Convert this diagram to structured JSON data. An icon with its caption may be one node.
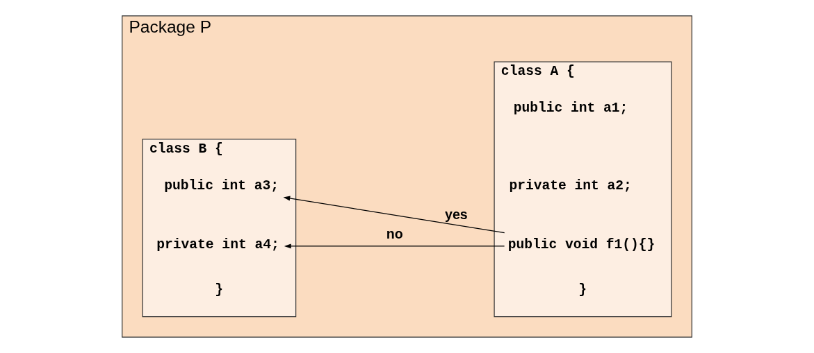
{
  "diagram": {
    "nodes": [
      {
        "text": [
          "Package P"
        ]
      },
      {
        "text": [
          "class A {"
        ],
        "in": 0
      },
      {
        "text": [
          "public int a1;"
        ],
        "in": 1
      },
      {
        "text": [
          "private int a2;"
        ],
        "in": 1
      },
      {
        "text": [
          "public void f1(){}"
        ],
        "in": 1
      },
      {
        "text": [
          "}"
        ],
        "in": 1
      },
      {
        "text": [
          "class B {"
        ],
        "in": 0
      },
      {
        "text": [
          "public int a3;"
        ],
        "in": 6
      },
      {
        "text": [
          "private int a4;"
        ],
        "in": 6
      },
      {
        "text": [
          "}"
        ],
        "in": 6
      }
    ],
    "edges": [
      {
        "from": 4,
        "to": 7,
        "arrow": "to",
        "label": "yes"
      },
      {
        "from": 4,
        "to": 8,
        "arrow": "to",
        "label": "no"
      }
    ]
  }
}
